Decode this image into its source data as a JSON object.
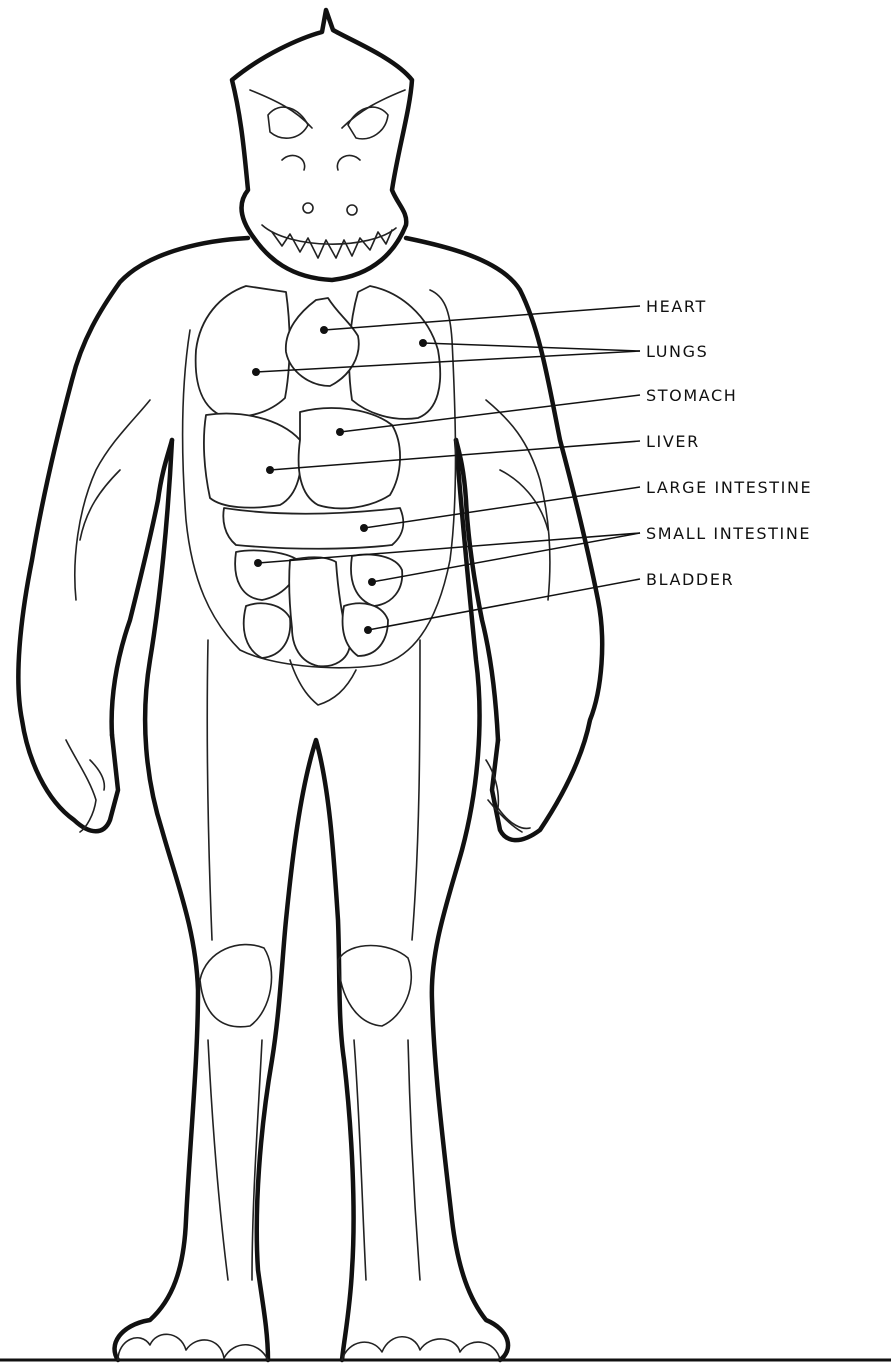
{
  "labels": {
    "heart": "HEART",
    "lungs": "LUNGS",
    "stomach": "STOMACH",
    "liver": "LIVER",
    "large_intestine": "LARGE INTESTINE",
    "small_intestine": "SMALL INTESTINE",
    "bladder": "BLADDER"
  },
  "colors": {
    "ink": "#111111",
    "paper": "#ffffff"
  }
}
